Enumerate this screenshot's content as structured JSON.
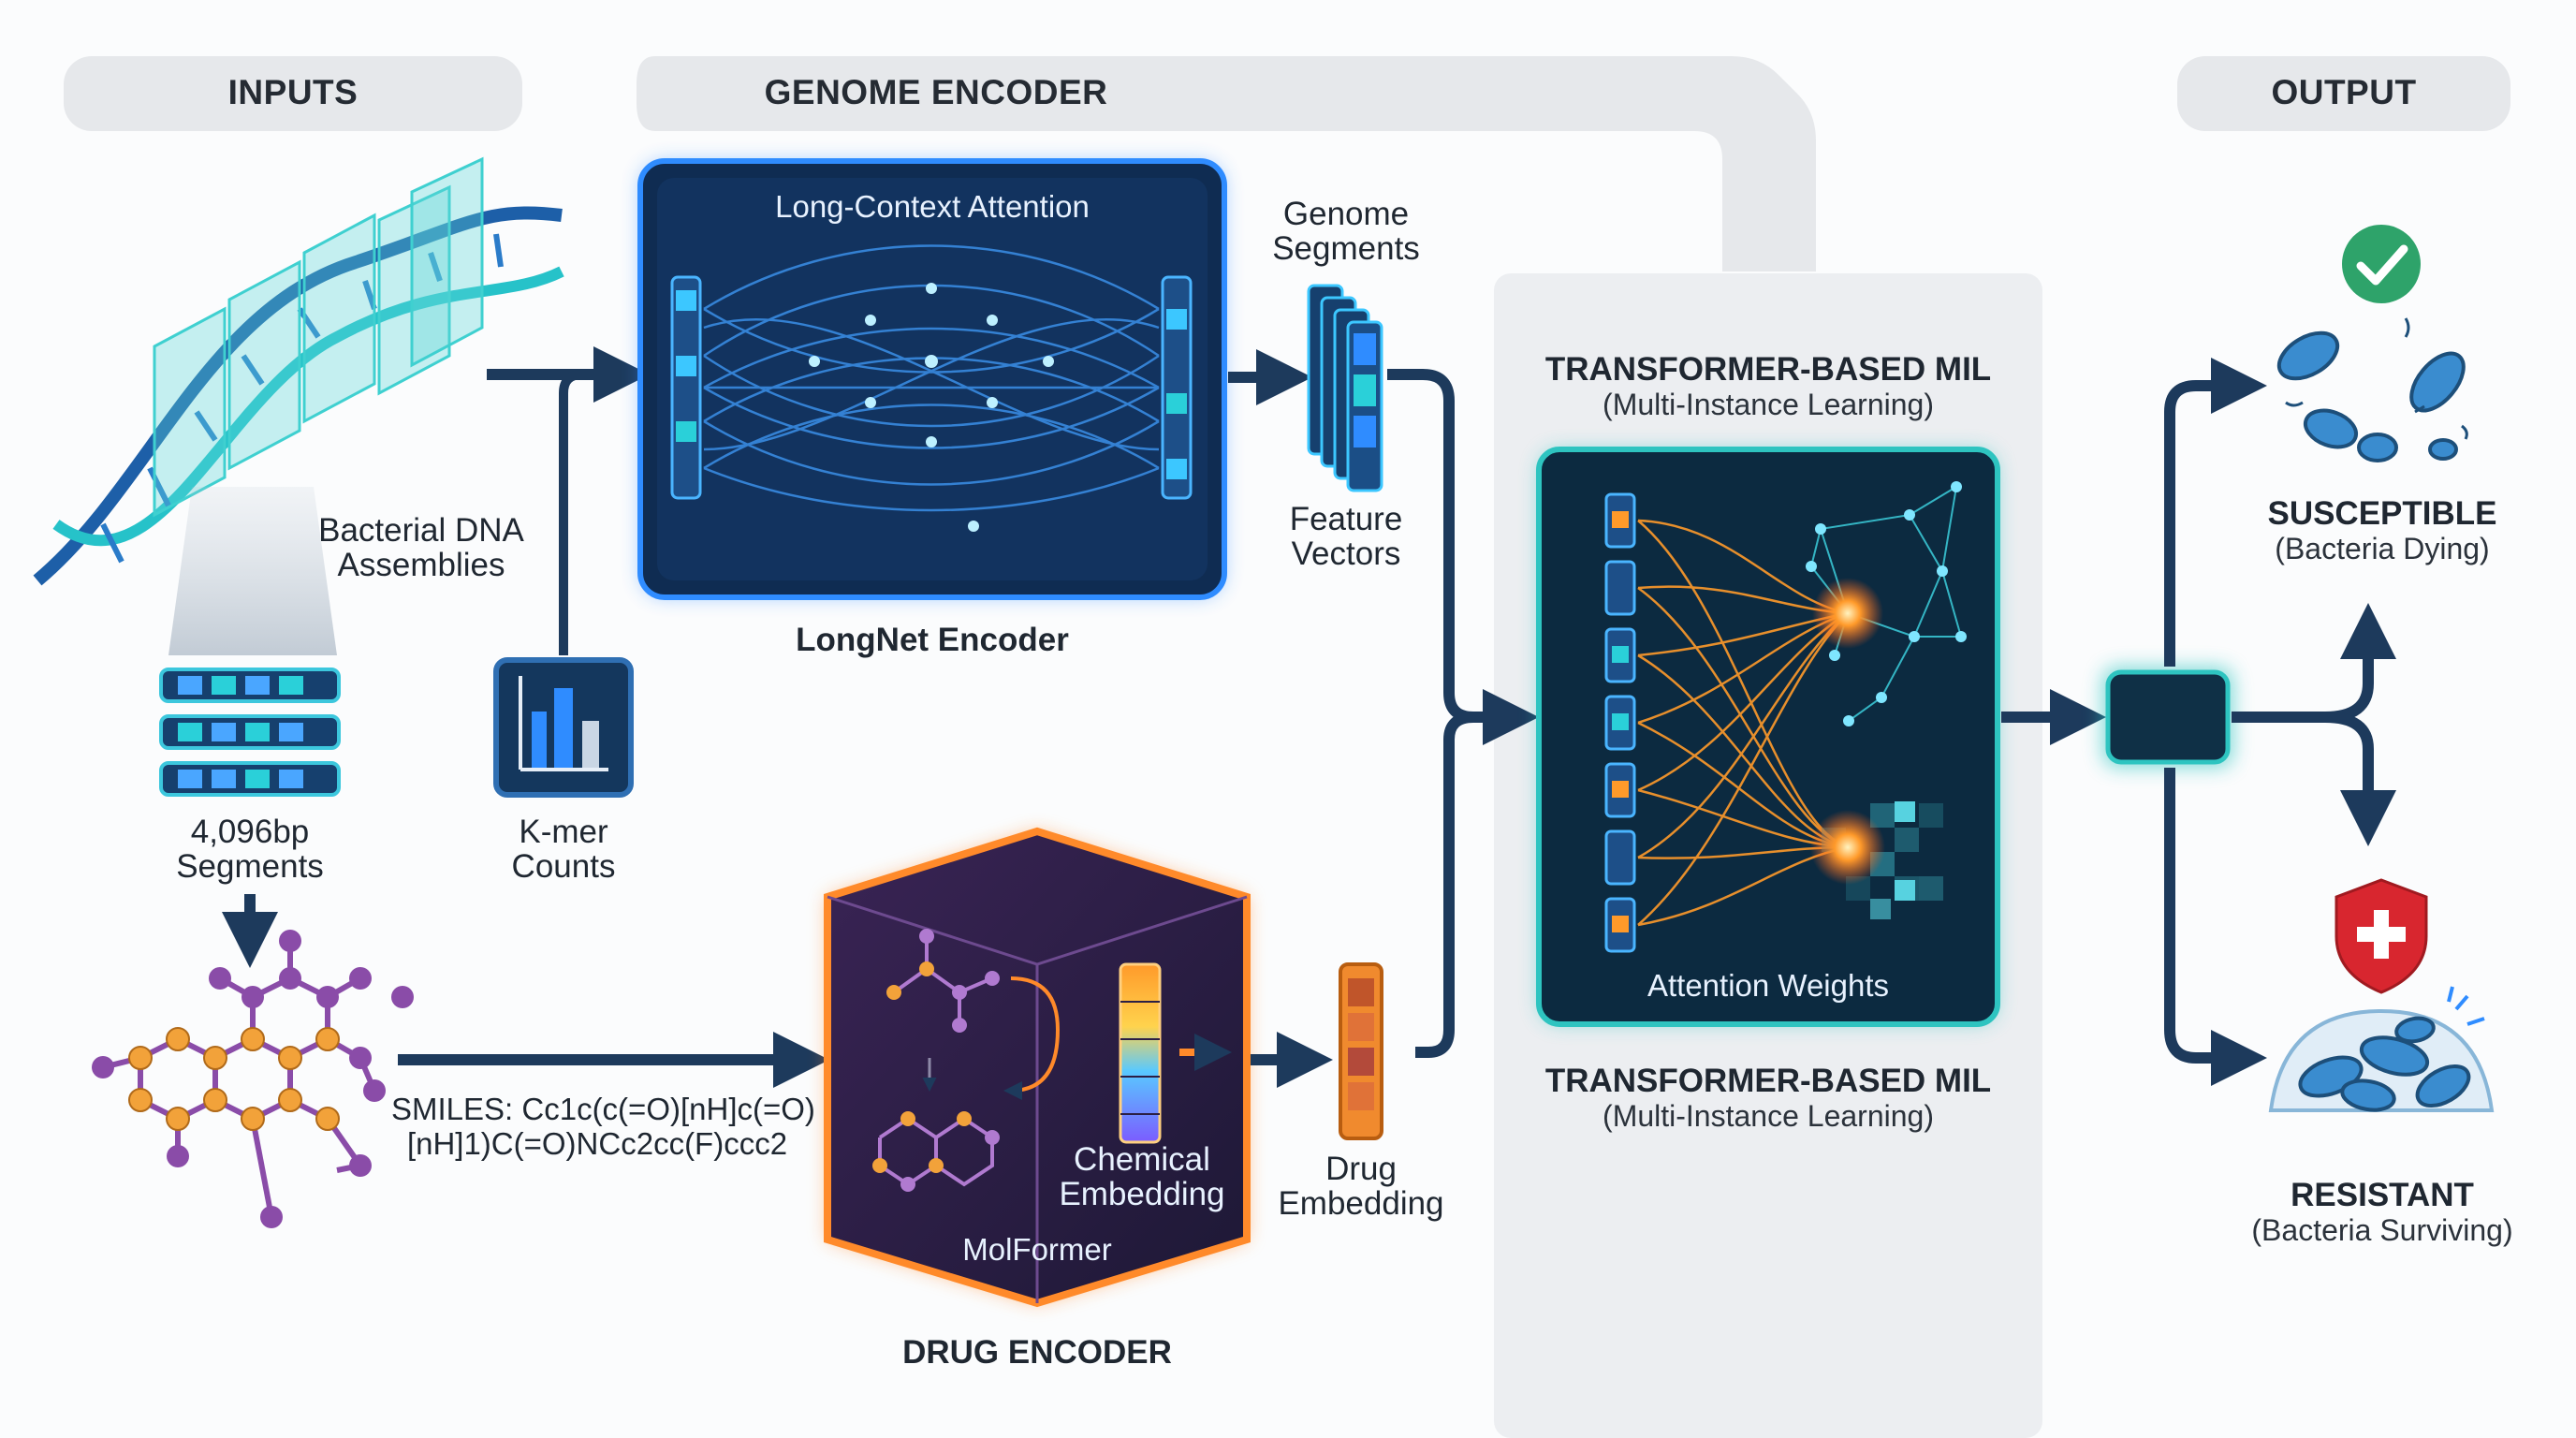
{
  "headers": {
    "inputs": "INPUTS",
    "genome_encoder": "GENOME ENCODER",
    "output": "OUTPUT"
  },
  "inputs": {
    "dna_line1": "Bacterial DNA",
    "dna_line2": "Assemblies",
    "segments_line1": "4,096bp",
    "segments_line2": "Segments",
    "kmer_line1": "K-mer",
    "kmer_line2": "Counts",
    "smiles_line1": "SMILES: Cc1c(c(=O)[nH]c(=O)",
    "smiles_line2": "[nH]1)C(=O)NCc2cc(F)ccc2"
  },
  "genome_encoder": {
    "panel_title": "Long-Context Attention",
    "caption": "LongNet Encoder",
    "segments_line1": "Genome",
    "segments_line2": "Segments",
    "features_line1": "Feature",
    "features_line2": "Vectors"
  },
  "drug_encoder": {
    "embed_line1": "Chemical",
    "embed_line2": "Embedding",
    "model_name": "MolFormer",
    "caption": "DRUG ENCODER",
    "drug_line1": "Drug",
    "drug_line2": "Embedding"
  },
  "mil": {
    "title_top": "TRANSFORMER-BASED MIL",
    "subtitle_top": "(Multi-Instance Learning)",
    "attention_label": "Attention Weights",
    "title_bottom": "TRANSFORMER-BASED MIL",
    "subtitle_bottom": "(Multi-Instance Learning)"
  },
  "output": {
    "susceptible_title": "SUSCEPTIBLE",
    "susceptible_sub": "(Bacteria Dying)",
    "resistant_title": "RESISTANT",
    "resistant_sub": "(Bacteria Surviving)"
  },
  "colors": {
    "arrow": "#1d3a5c",
    "genome_accent": "#2f8cff",
    "drug_accent": "#ff8a2a",
    "mil_accent": "#2ec4c0",
    "susceptible_green": "#2ea36a",
    "resistant_red": "#d8262f"
  },
  "icons": [
    "dna-helix-icon",
    "kmer-histogram-icon",
    "molecule-icon",
    "check-icon",
    "shield-plus-icon",
    "bacteria-icon"
  ]
}
